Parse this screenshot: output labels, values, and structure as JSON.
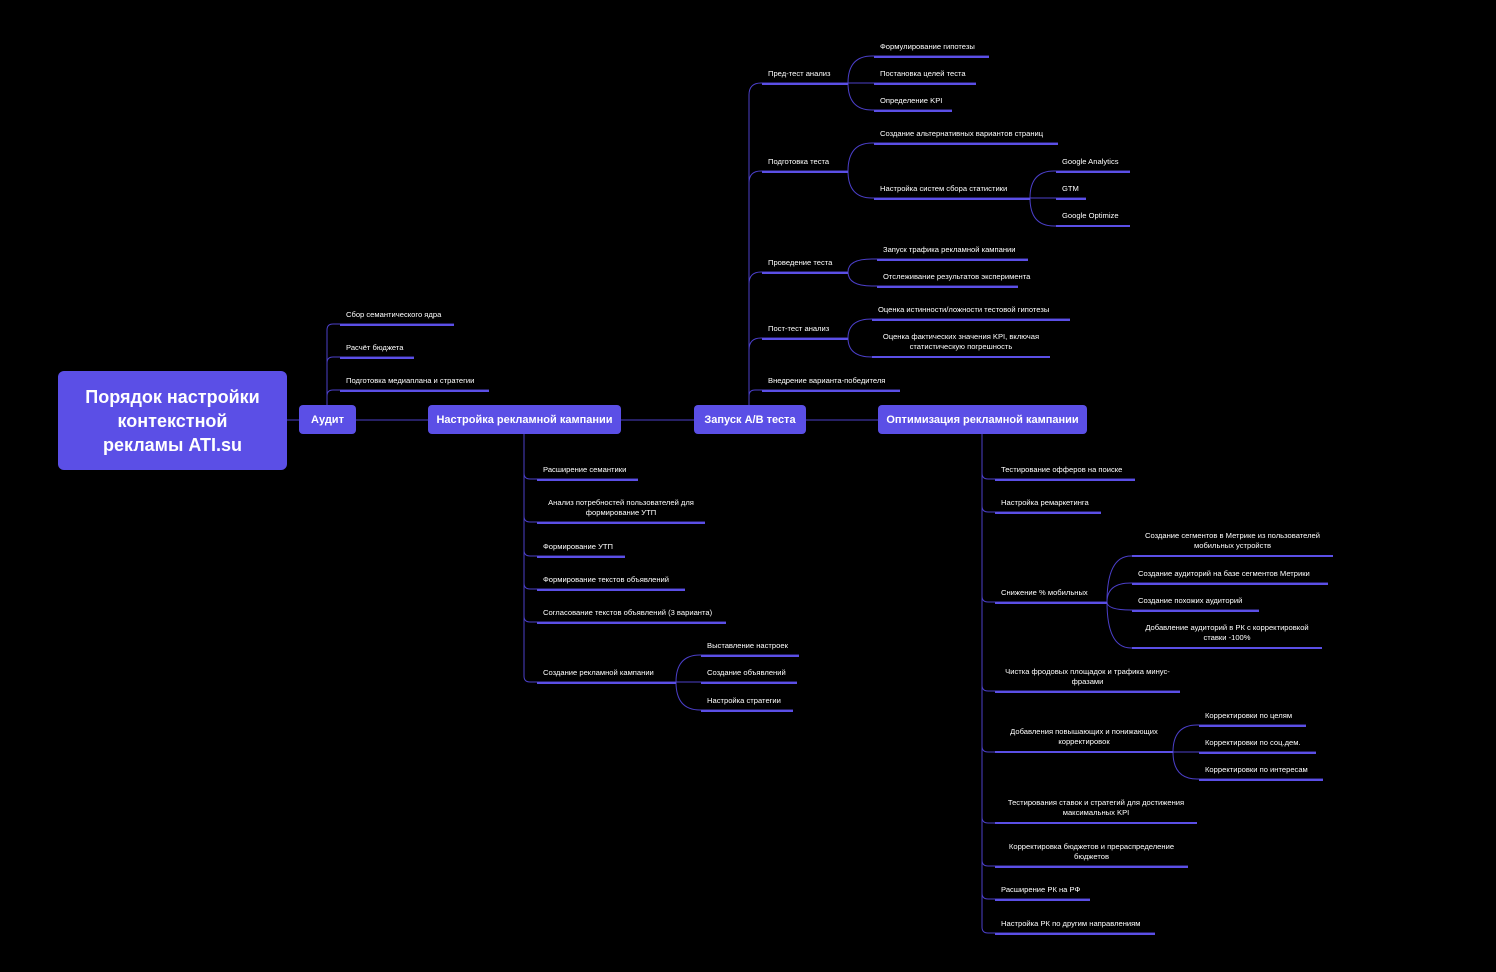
{
  "root": {
    "line1": "Порядок настройки",
    "line2": "контекстной",
    "line3": "рекламы ATI.su"
  },
  "main": {
    "audit": "Аудит",
    "setup": "Настройка рекламной кампании",
    "ab": "Запуск A/B теста",
    "opt": "Оптимизация рекламной кампании"
  },
  "audit": {
    "items": [
      "Сбор семантического ядра",
      "Расчёт бюджета",
      "Подготовка медиаплана и стратегии"
    ]
  },
  "setup": {
    "items": [
      "Расширение семантики",
      "Анализ потребностей пользователей для",
      "формирование УТП",
      "Формирование УТП",
      "Формирование текстов объявлений",
      "Согласование текстов объявлений (3 варианта)",
      "Создание рекламной кампании"
    ],
    "campaign_children": [
      "Выставление настроек",
      "Создание объявлений",
      "Настройка стратегии"
    ]
  },
  "ab": {
    "pretest": "Пред-тест анализ",
    "pretest_children": [
      "Формулирование гипотезы",
      "Постановка целей теста",
      "Определение KPI"
    ],
    "prep": "Подготовка теста",
    "prep_children": [
      "Создание альтернативных вариантов страниц",
      "Настройка систем сбора статистики"
    ],
    "stats_children": [
      "Google Analytics",
      "GTM",
      "Google Optimize"
    ],
    "run": "Проведение теста",
    "run_children": [
      "Запуск трафика рекламной кампании",
      "Отслеживание результатов эксперимента"
    ],
    "post": "Пост-тест анализ",
    "post_children": [
      "Оценка истинности/ложности тестовой гипотезы",
      "Оценка фактических значения KPI, включая",
      "статистическую погрешность"
    ],
    "winner": "Внедрение варианта-победителя"
  },
  "opt": {
    "offers": "Тестирование офферов на поиске",
    "remarketing": "Настройка ремаркетинга",
    "mobile": "Снижение % мобильных",
    "mobile_children": [
      "Создание сегментов в Метрике из пользователей",
      "мобильных устройств",
      "Создание аудиторий на базе сегментов Метрики",
      "Создание похожих аудиторий",
      "Добавление аудиторий в РК с корректировкой",
      "ставки -100%"
    ],
    "fraud1": "Чистка фродовых площадок и трафика минус-",
    "fraud2": "фразами",
    "adj1": "Добавления повышающих и понижающих",
    "adj2": "корректировок",
    "adj_children": [
      "Корректировки по целям",
      "Корректировки по соц.дем.",
      "Корректировки по интересам"
    ],
    "bids1": "Тестирования ставок и стратегий для достижения",
    "bids2": "максимальных KPI",
    "budget1": "Корректировка бюджетов и прераспределение",
    "budget2": "бюджетов",
    "rf": "Расширение РК на РФ",
    "other": "Настройка РК по другим направлениям"
  },
  "colors": {
    "accent": "#5b4fe6",
    "line": "#4b3fc9",
    "background": "#000000"
  }
}
